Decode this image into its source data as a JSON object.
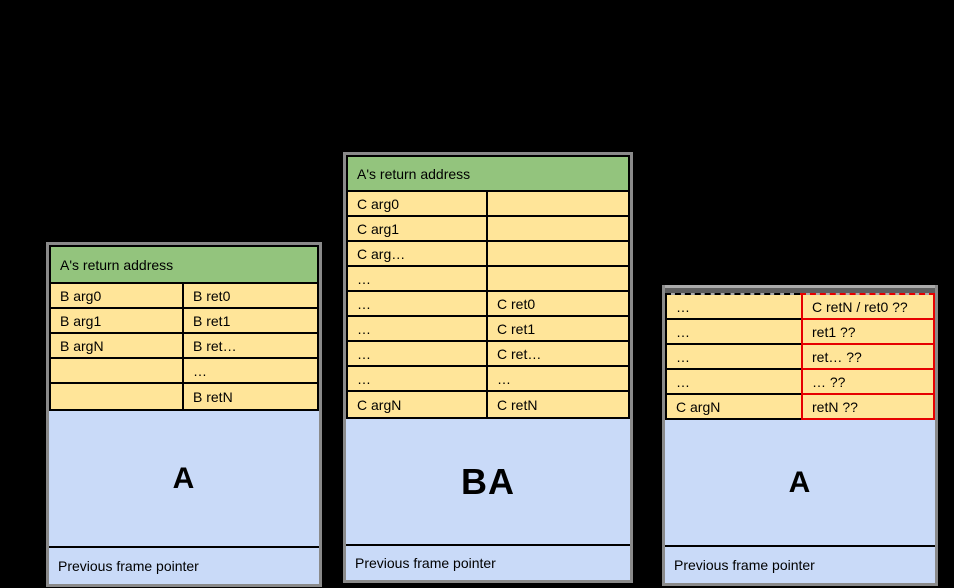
{
  "colors": {
    "green": "#93c47d",
    "yellow": "#ffe599",
    "blue": "#c9daf8",
    "red": "#e60000",
    "frame": "#8a8a8a"
  },
  "panels": {
    "left": {
      "header": "A's return address",
      "rows": [
        [
          "B arg0",
          "B ret0"
        ],
        [
          "B arg1",
          "B ret1"
        ],
        [
          "B argN",
          "B ret…"
        ],
        [
          "",
          "…"
        ],
        [
          "",
          "B retN"
        ]
      ],
      "frame_label": "A",
      "footer": "Previous frame pointer"
    },
    "middle": {
      "header": "A's return address",
      "rows": [
        [
          "C arg0",
          ""
        ],
        [
          "C arg1",
          ""
        ],
        [
          "C arg…",
          ""
        ],
        [
          "…",
          ""
        ],
        [
          "…",
          "C ret0"
        ],
        [
          "…",
          "C ret1"
        ],
        [
          "…",
          "C ret…"
        ],
        [
          "…",
          "…"
        ],
        [
          "C argN",
          "C retN"
        ]
      ],
      "frame_label": "BA",
      "footer": "Previous frame pointer"
    },
    "right": {
      "rows": [
        [
          "…",
          "C retN / ret0 ??"
        ],
        [
          "…",
          "ret1 ??"
        ],
        [
          "…",
          "ret… ??"
        ],
        [
          "…",
          "… ??"
        ],
        [
          "C argN",
          "retN ??"
        ]
      ],
      "frame_label": "A",
      "footer": "Previous frame pointer"
    }
  }
}
